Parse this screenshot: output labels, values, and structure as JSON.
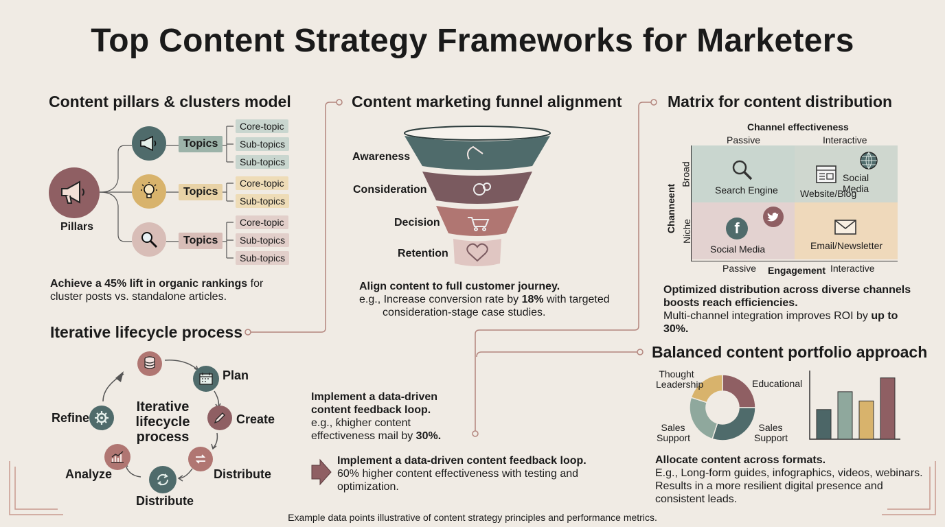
{
  "title": "Top Content Strategy Frameworks for Marketers",
  "pillars": {
    "heading": "Content pillars & clusters model",
    "pillar_label": "Pillars",
    "groups": [
      {
        "topic": "Topics",
        "subs": [
          "Core-topic",
          "Sub-topics",
          "Sub-topics"
        ]
      },
      {
        "topic": "Topics",
        "subs": [
          "Core-topic",
          "Sub-topics"
        ]
      },
      {
        "topic": "Topics",
        "subs": [
          "Core-topic",
          "Sub-topics",
          "Sub-topics"
        ]
      }
    ],
    "stat_bold": "Achieve a 45% lift in organic rankings",
    "stat_rest": " for cluster posts vs. standalone articles."
  },
  "funnel": {
    "heading": "Content marketing funnel alignment",
    "stages": [
      "Awareness",
      "Consideration",
      "Decision",
      "Retention"
    ],
    "stat_bold": "Align content to full customer journey.",
    "stat_line2_pre": "e.g., Increase conversion rate by ",
    "stat_line2_bold": "18%",
    "stat_line2_post": " with targeted",
    "stat_line3": "consideration-stage case studies."
  },
  "matrix": {
    "heading": "Matrix for content distribution",
    "top_label": "Channel effectiveness",
    "col_passive": "Passive",
    "col_interactive": "Interactive",
    "side_label": "Channeent",
    "row_broad": "Broad",
    "row_niche": "Niche",
    "cells": {
      "search_engine": "Search Engine",
      "social_media_top": "Social Media",
      "website_blog": "Website/Blog",
      "social_media_bottom": "Social Media",
      "email": "Email/Newsletter"
    },
    "bottom_passive": "Passive",
    "bottom_label": "Engagement",
    "bottom_interactive": "Interactive",
    "stat_bold_1": "Optimized distribution across diverse channels",
    "stat_bold_2": "boosts reach efficiencies.",
    "stat_line3_pre": "Multi-channel integration improves ROI by ",
    "stat_line3_bold": "up to 30%."
  },
  "lifecycle": {
    "heading": "Iterative lifecycle process",
    "center_l1": "Iterative",
    "center_l2": "lifecycle",
    "center_l3": "process",
    "labels": {
      "plan": "Plan",
      "create": "Create",
      "distribute_right": "Distribute",
      "distribute_bottom": "Distribute",
      "analyze": "Analyze",
      "refine": "Refine"
    }
  },
  "feedback": {
    "a_bold_1": "Implement a data-driven",
    "a_bold_2": "content feedback loop.",
    "a_line3": "e.g., ƙhigher content",
    "a_line4_pre": "effectiveness mail by ",
    "a_line4_bold": "30%.",
    "b_bold": "Implement a data-driven content feedback loop.",
    "b_line2": "60% higher content effectiveness with testing and",
    "b_line3": "optimization."
  },
  "portfolio": {
    "heading": "Balanced content portfolio approach",
    "donut_labels": {
      "thought_1": "Thought",
      "thought_2": "Leadership",
      "educational": "Educational",
      "sales_left_1": "Sales",
      "sales_left_2": "Support",
      "sales_right_1": "Sales",
      "sales_right_2": "Support"
    },
    "stat_bold": "Allocate content across formats.",
    "stat_line2": "E.g., Long-form guides, infographics, videos, webinars.",
    "stat_line3": "Results in a more resilient digital presence and",
    "stat_line4": "consistent leads."
  },
  "chart_data": [
    {
      "type": "pie",
      "categories": [
        "Thought Leadership",
        "Educational",
        "Sales Support",
        "Sales Support"
      ],
      "values": [
        25,
        30,
        25,
        20
      ],
      "colors": [
        "#8f5f63",
        "#4f6b6b",
        "#8fa89d",
        "#d8b36c"
      ]
    },
    {
      "type": "bar",
      "categories": [
        "",
        "",
        "",
        ""
      ],
      "values": [
        45,
        72,
        58,
        93
      ],
      "ylim": [
        0,
        100
      ],
      "colors": [
        "#4c6667",
        "#8fa89d",
        "#d8b36c",
        "#8f5f63"
      ]
    }
  ],
  "footnote": "Example data points illustrative of content strategy principles and performance metrics.",
  "colors": {
    "green": "#4f6b6b",
    "gold": "#d8b36c",
    "rose": "#8f5f63",
    "connector": "#b3857d"
  }
}
